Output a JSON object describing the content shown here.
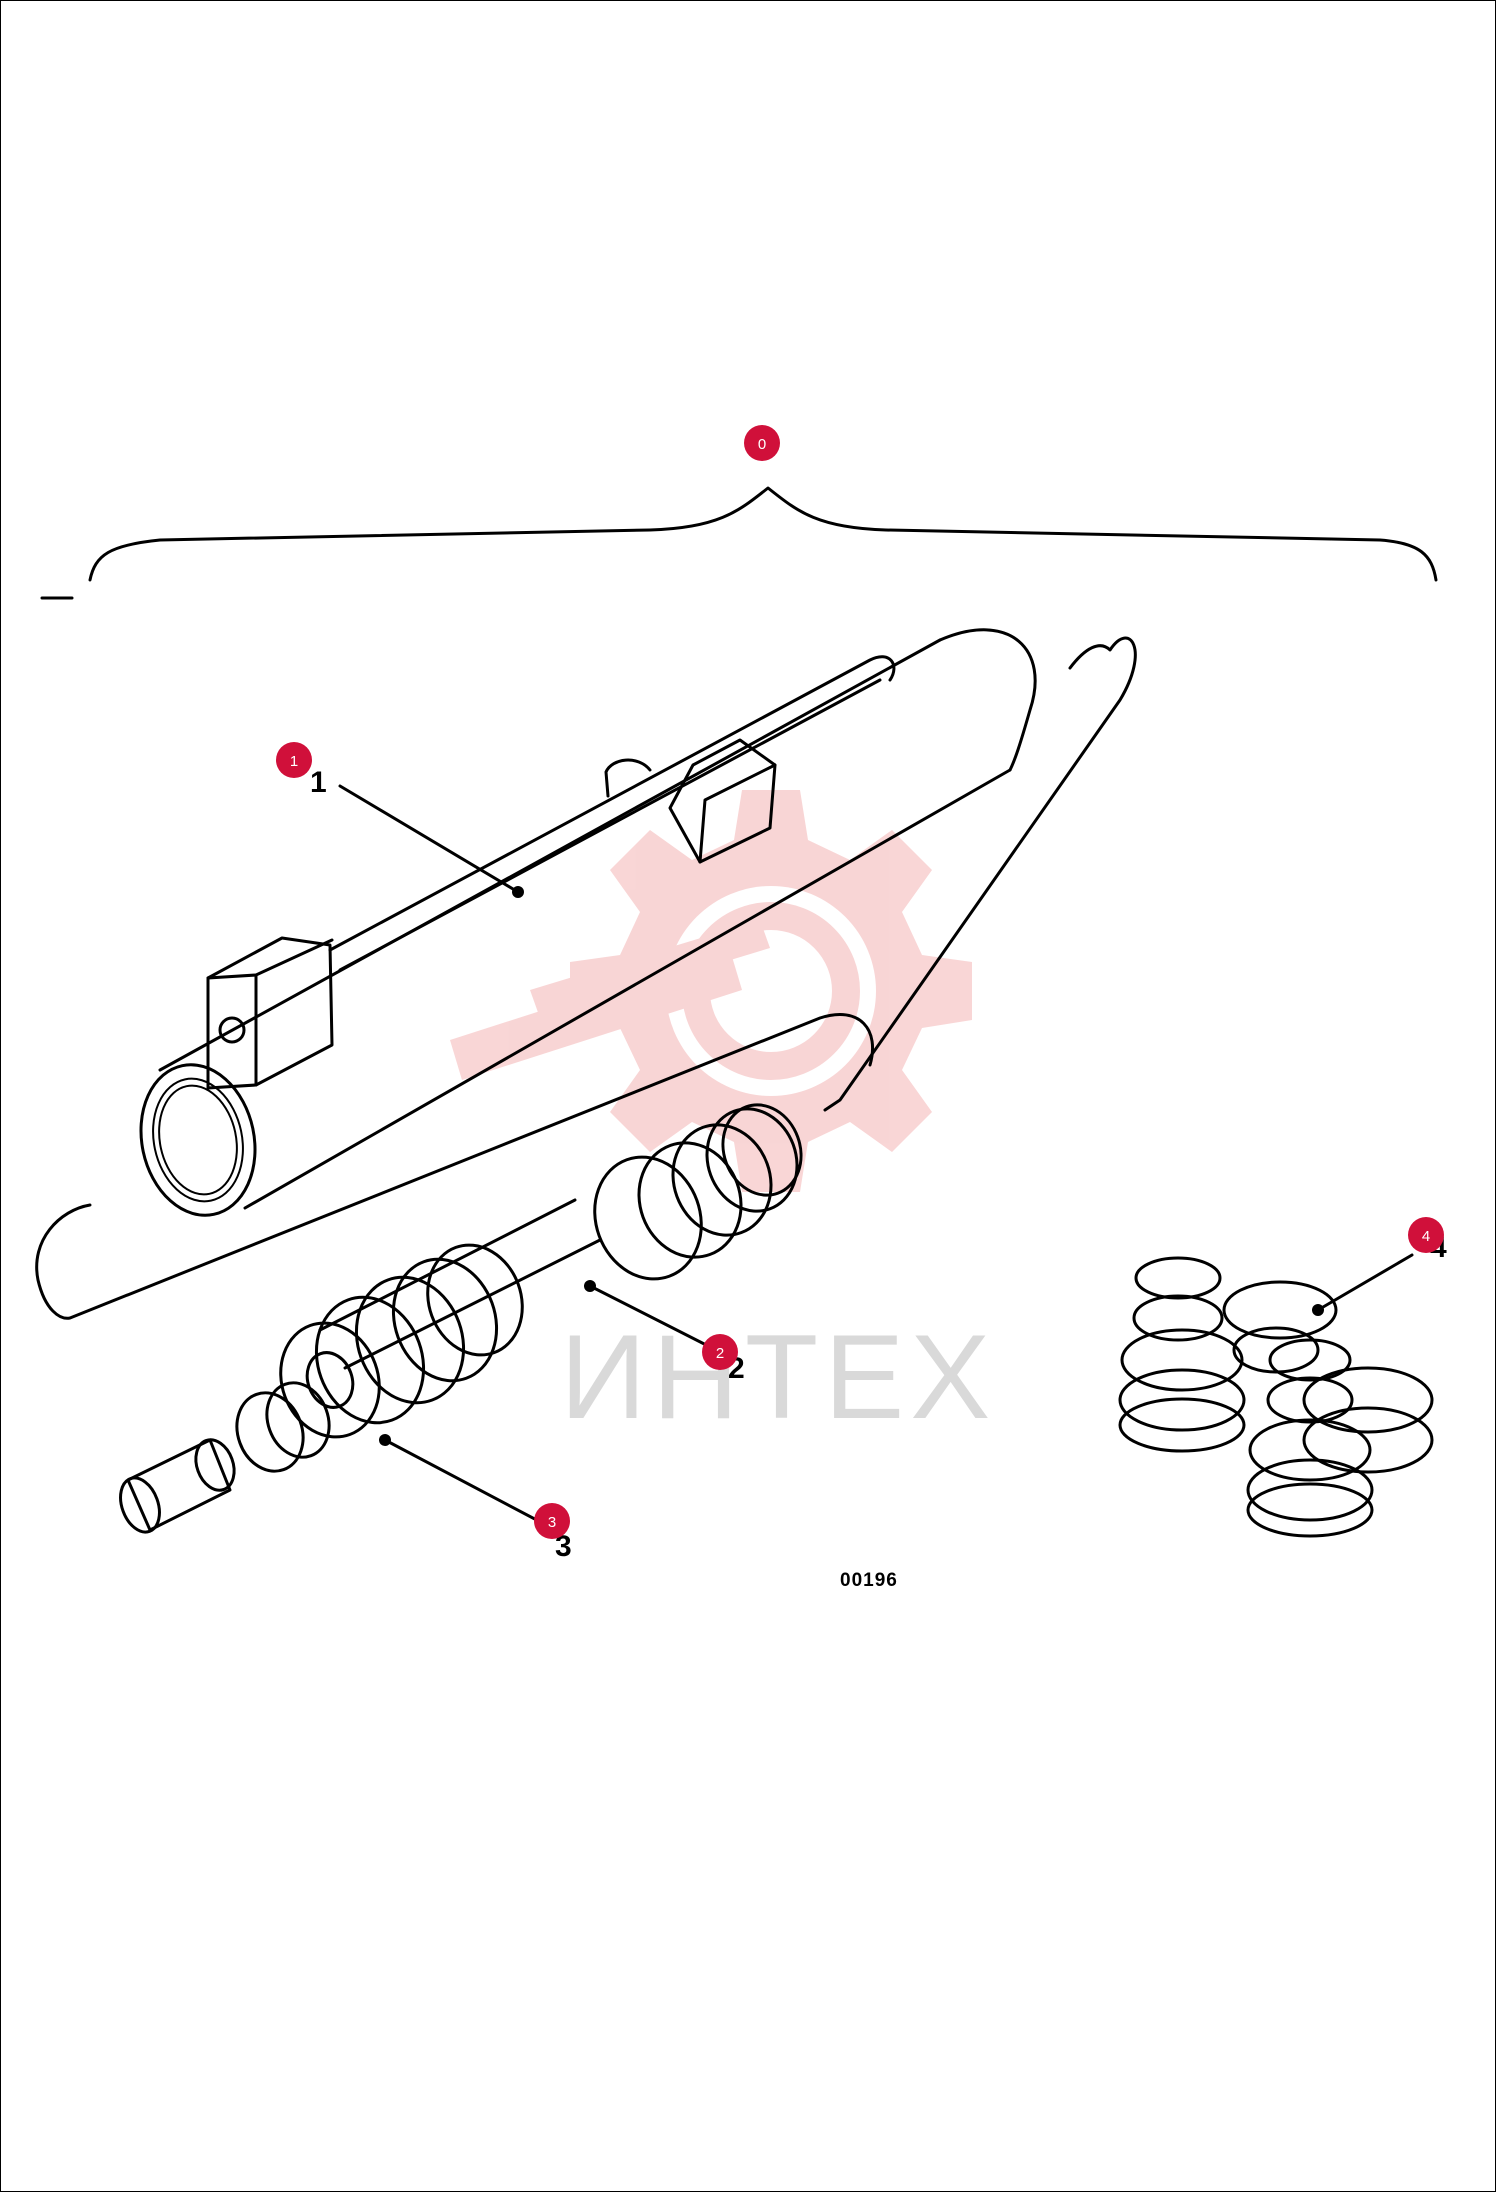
{
  "drawing_code": "00196",
  "watermark": {
    "text": "ИНТЕХ",
    "color": "#f2b8b8"
  },
  "accent_color": "#d0103a",
  "callouts": [
    {
      "marker": "0",
      "label": ""
    },
    {
      "marker": "1",
      "label": "1"
    },
    {
      "marker": "2",
      "label": "2"
    },
    {
      "marker": "3",
      "label": "3"
    },
    {
      "marker": "4",
      "label": "4"
    }
  ]
}
